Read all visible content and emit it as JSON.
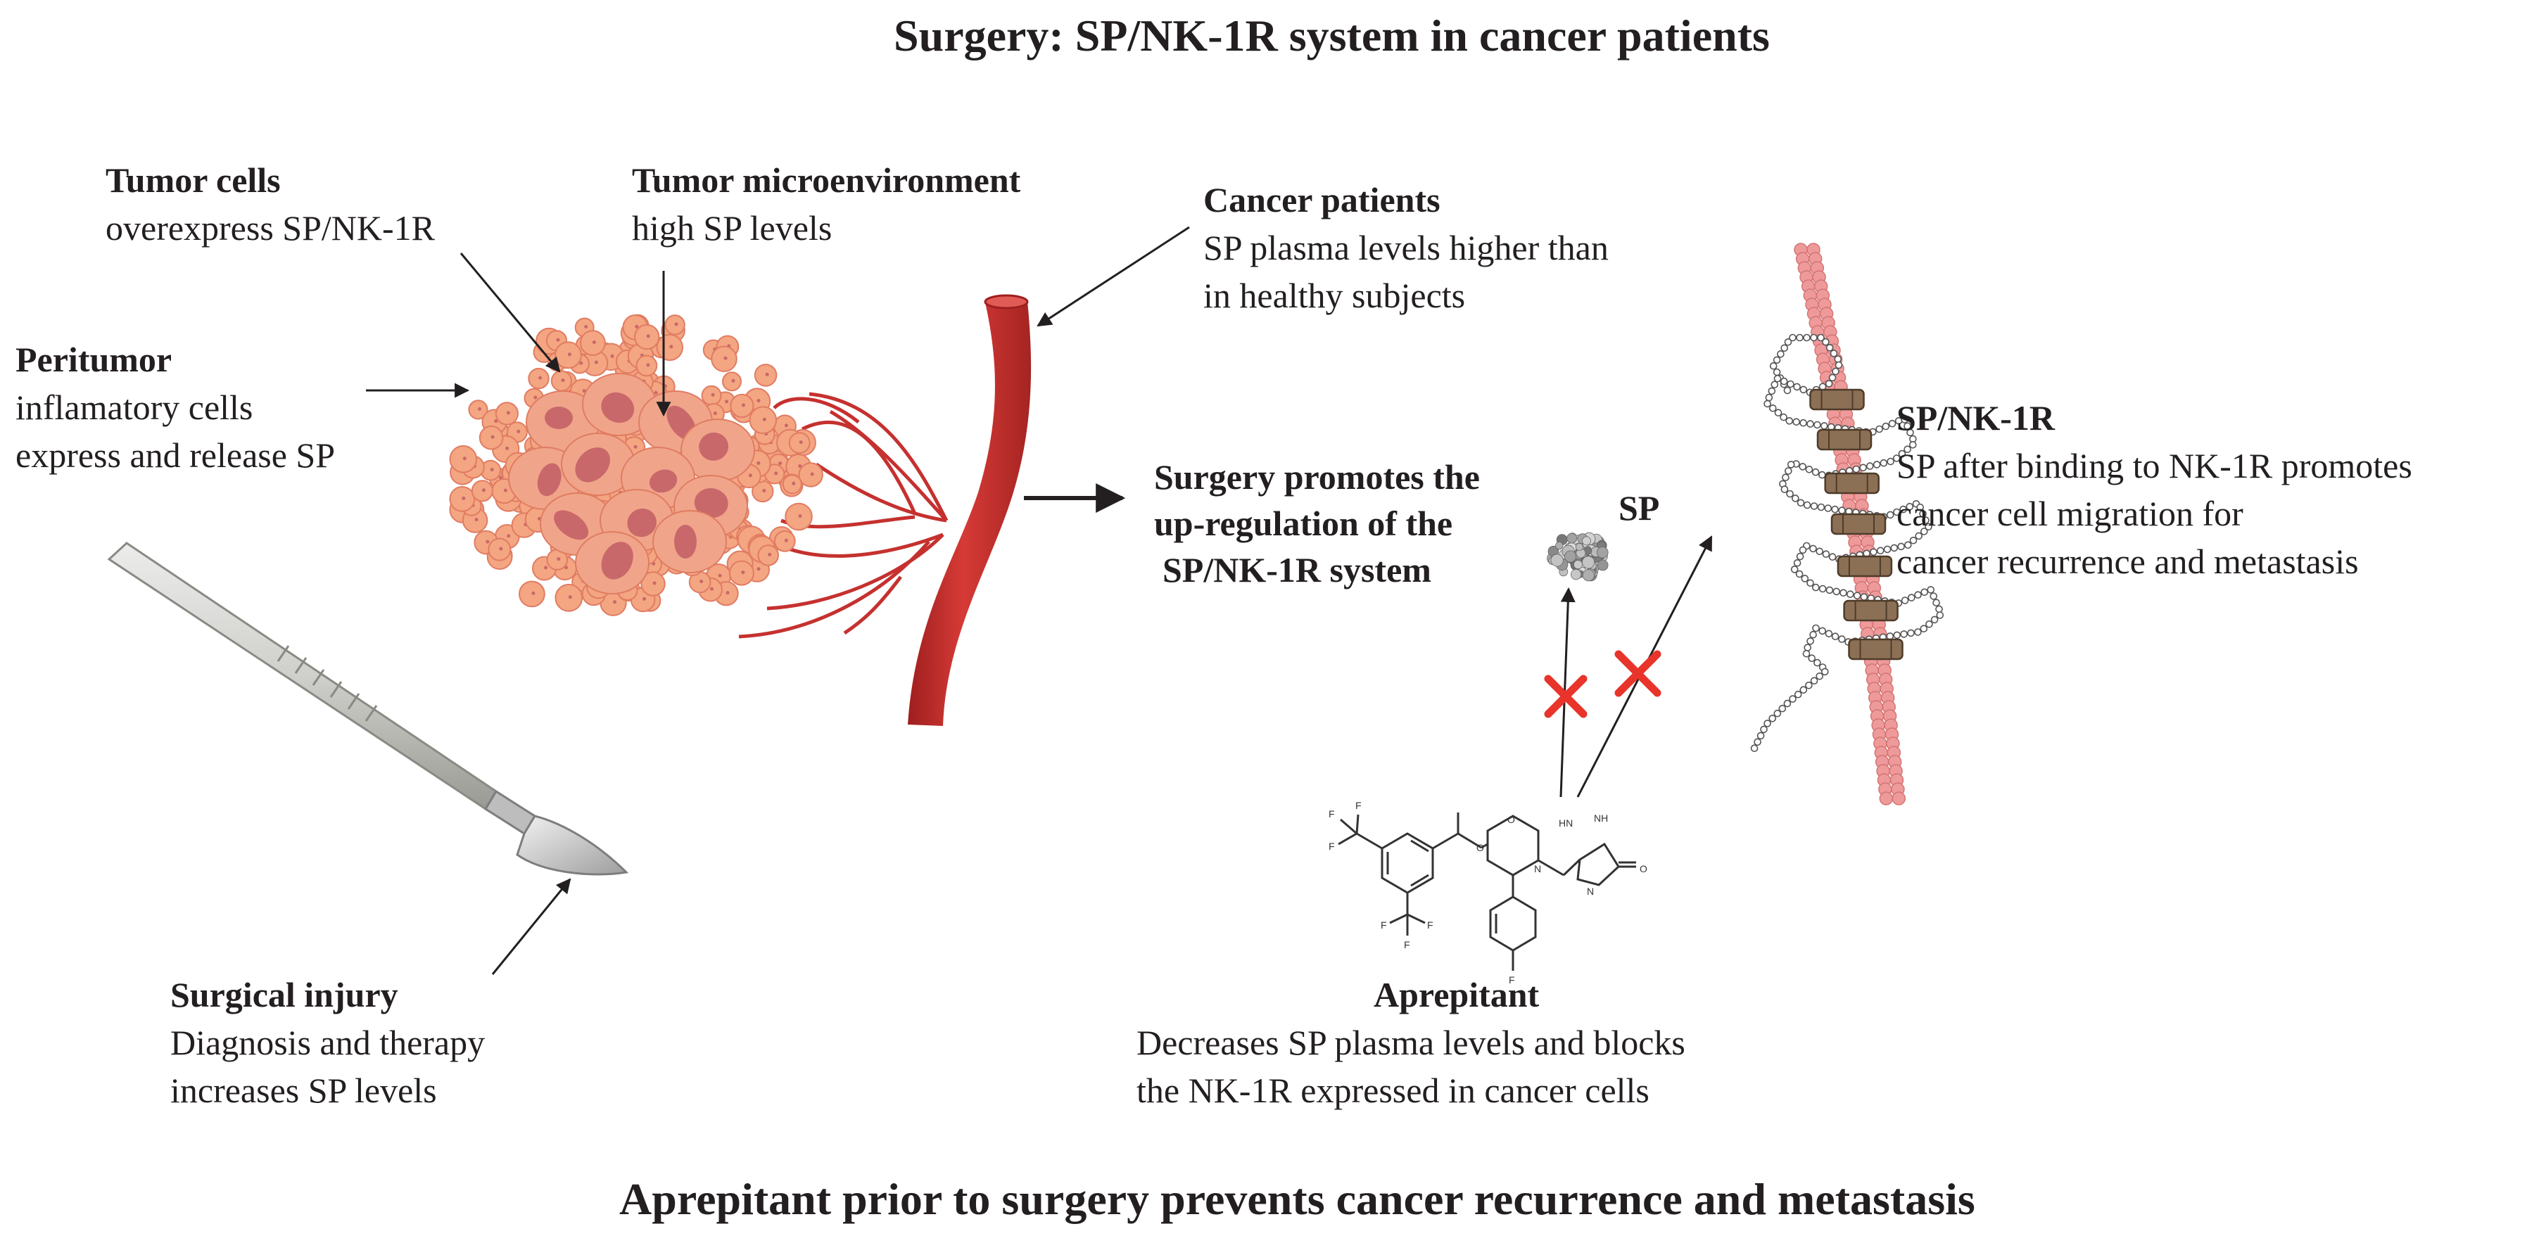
{
  "title": "Surgery: SP/NK-1R system in cancer patients",
  "footer": "Aprepitant prior to surgery prevents cancer recurrence and metastasis",
  "colors": {
    "tumor_cell": "#f4a582",
    "tumor_cell_edge": "#e07c62",
    "nucleus": "#c9686a",
    "vessel": "#c5312f",
    "vessel_dark": "#9e1f1e",
    "membrane": "#ef9a9a",
    "receptor_helix": "#8b7055",
    "inhibit_cross": "#e8342a",
    "text": "#231f20"
  },
  "icons": [
    "scalpel-icon",
    "tumor-mass-icon",
    "blood-vessel-icon",
    "substance-p-molecule-icon",
    "nk1r-receptor-icon",
    "aprepitant-structure-icon",
    "block-cross-icon"
  ],
  "labels": {
    "tumor_cells": {
      "heading": "Tumor cells",
      "lines": [
        "overexpress SP/NK-1R"
      ]
    },
    "tumor_micro": {
      "heading": "Tumor microenvironment",
      "lines": [
        "high SP levels"
      ]
    },
    "peritumor": {
      "heading": "Peritumor",
      "lines": [
        "inflamatory cells",
        "express and release SP"
      ]
    },
    "cancer_patients": {
      "heading": "Cancer patients",
      "lines": [
        "SP plasma levels higher than",
        "in healthy subjects"
      ]
    },
    "surgery_promotes": {
      "lines": [
        "Surgery promotes the",
        "up-regulation of the",
        "SP/NK-1R system"
      ]
    },
    "sp": "SP",
    "sp_nk1r": {
      "heading": "SP/NK-1R",
      "lines": [
        "SP after binding to NK-1R promotes",
        "cancer cell migration for",
        "cancer recurrence and metastasis"
      ]
    },
    "surgical_injury": {
      "heading": "Surgical injury",
      "lines": [
        "Diagnosis and therapy",
        "increases SP levels"
      ]
    },
    "aprepitant": {
      "heading": "Aprepitant",
      "lines": [
        "Decreases SP plasma levels and blocks",
        "the NK-1R expressed in cancer cells"
      ]
    }
  },
  "structure_atoms": [
    "F",
    "F",
    "F",
    "F",
    "F",
    "F",
    "O",
    "N",
    "O",
    "F",
    "HN",
    "NH",
    "N",
    "O"
  ]
}
